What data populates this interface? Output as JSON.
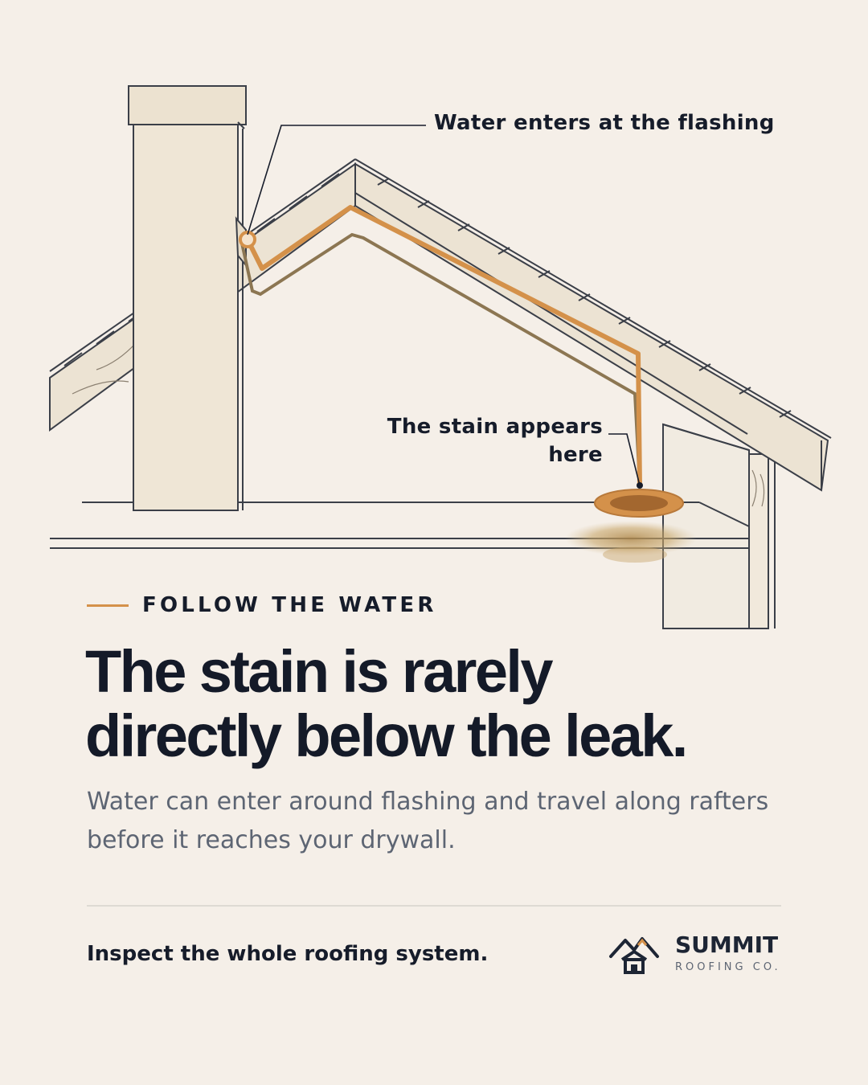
{
  "diagram": {
    "callouts": {
      "entry": "Water enters at the flashing",
      "stain_line1": "The stain appears",
      "stain_line2": "here"
    }
  },
  "eyebrow": "FOLLOW THE WATER",
  "headline": {
    "line1": "The stain is rarely",
    "line2": "directly below the leak."
  },
  "subtext": "Water can enter around flashing and travel along rafters before it reaches your drywall.",
  "cta": "Inspect the whole roofing system.",
  "brand": {
    "name": "SUMMIT",
    "subtitle": "ROOFING CO."
  },
  "colors": {
    "background": "#f5efe8",
    "accent": "#d4914a",
    "text": "#161c2a",
    "muted": "#5d6573"
  }
}
